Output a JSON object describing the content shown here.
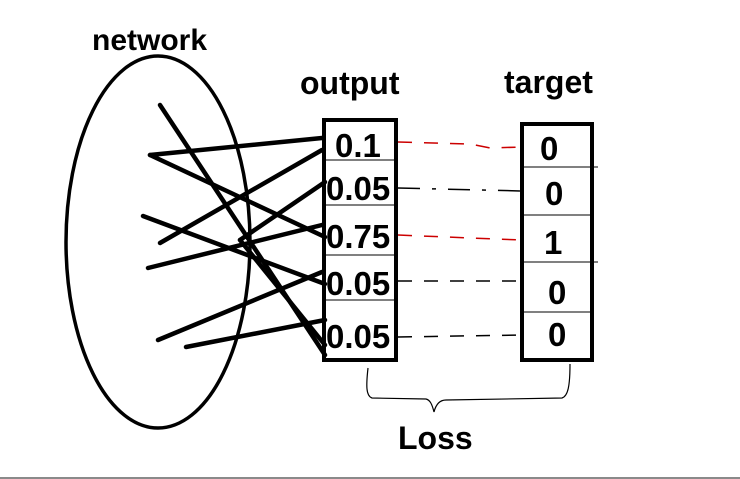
{
  "labels": {
    "network": "network",
    "output": "output",
    "target": "target",
    "loss": "Loss"
  },
  "output_values": [
    "0.1",
    "0.05",
    "0.75",
    "0.05",
    "0.05"
  ],
  "target_values": [
    "0",
    "0",
    "1",
    "0",
    "0"
  ],
  "colors": {
    "ink": "#000000",
    "highlight_dash": "#cc0000",
    "plain_dash": "#000000",
    "bottom_rule": "#8a8a8a"
  }
}
